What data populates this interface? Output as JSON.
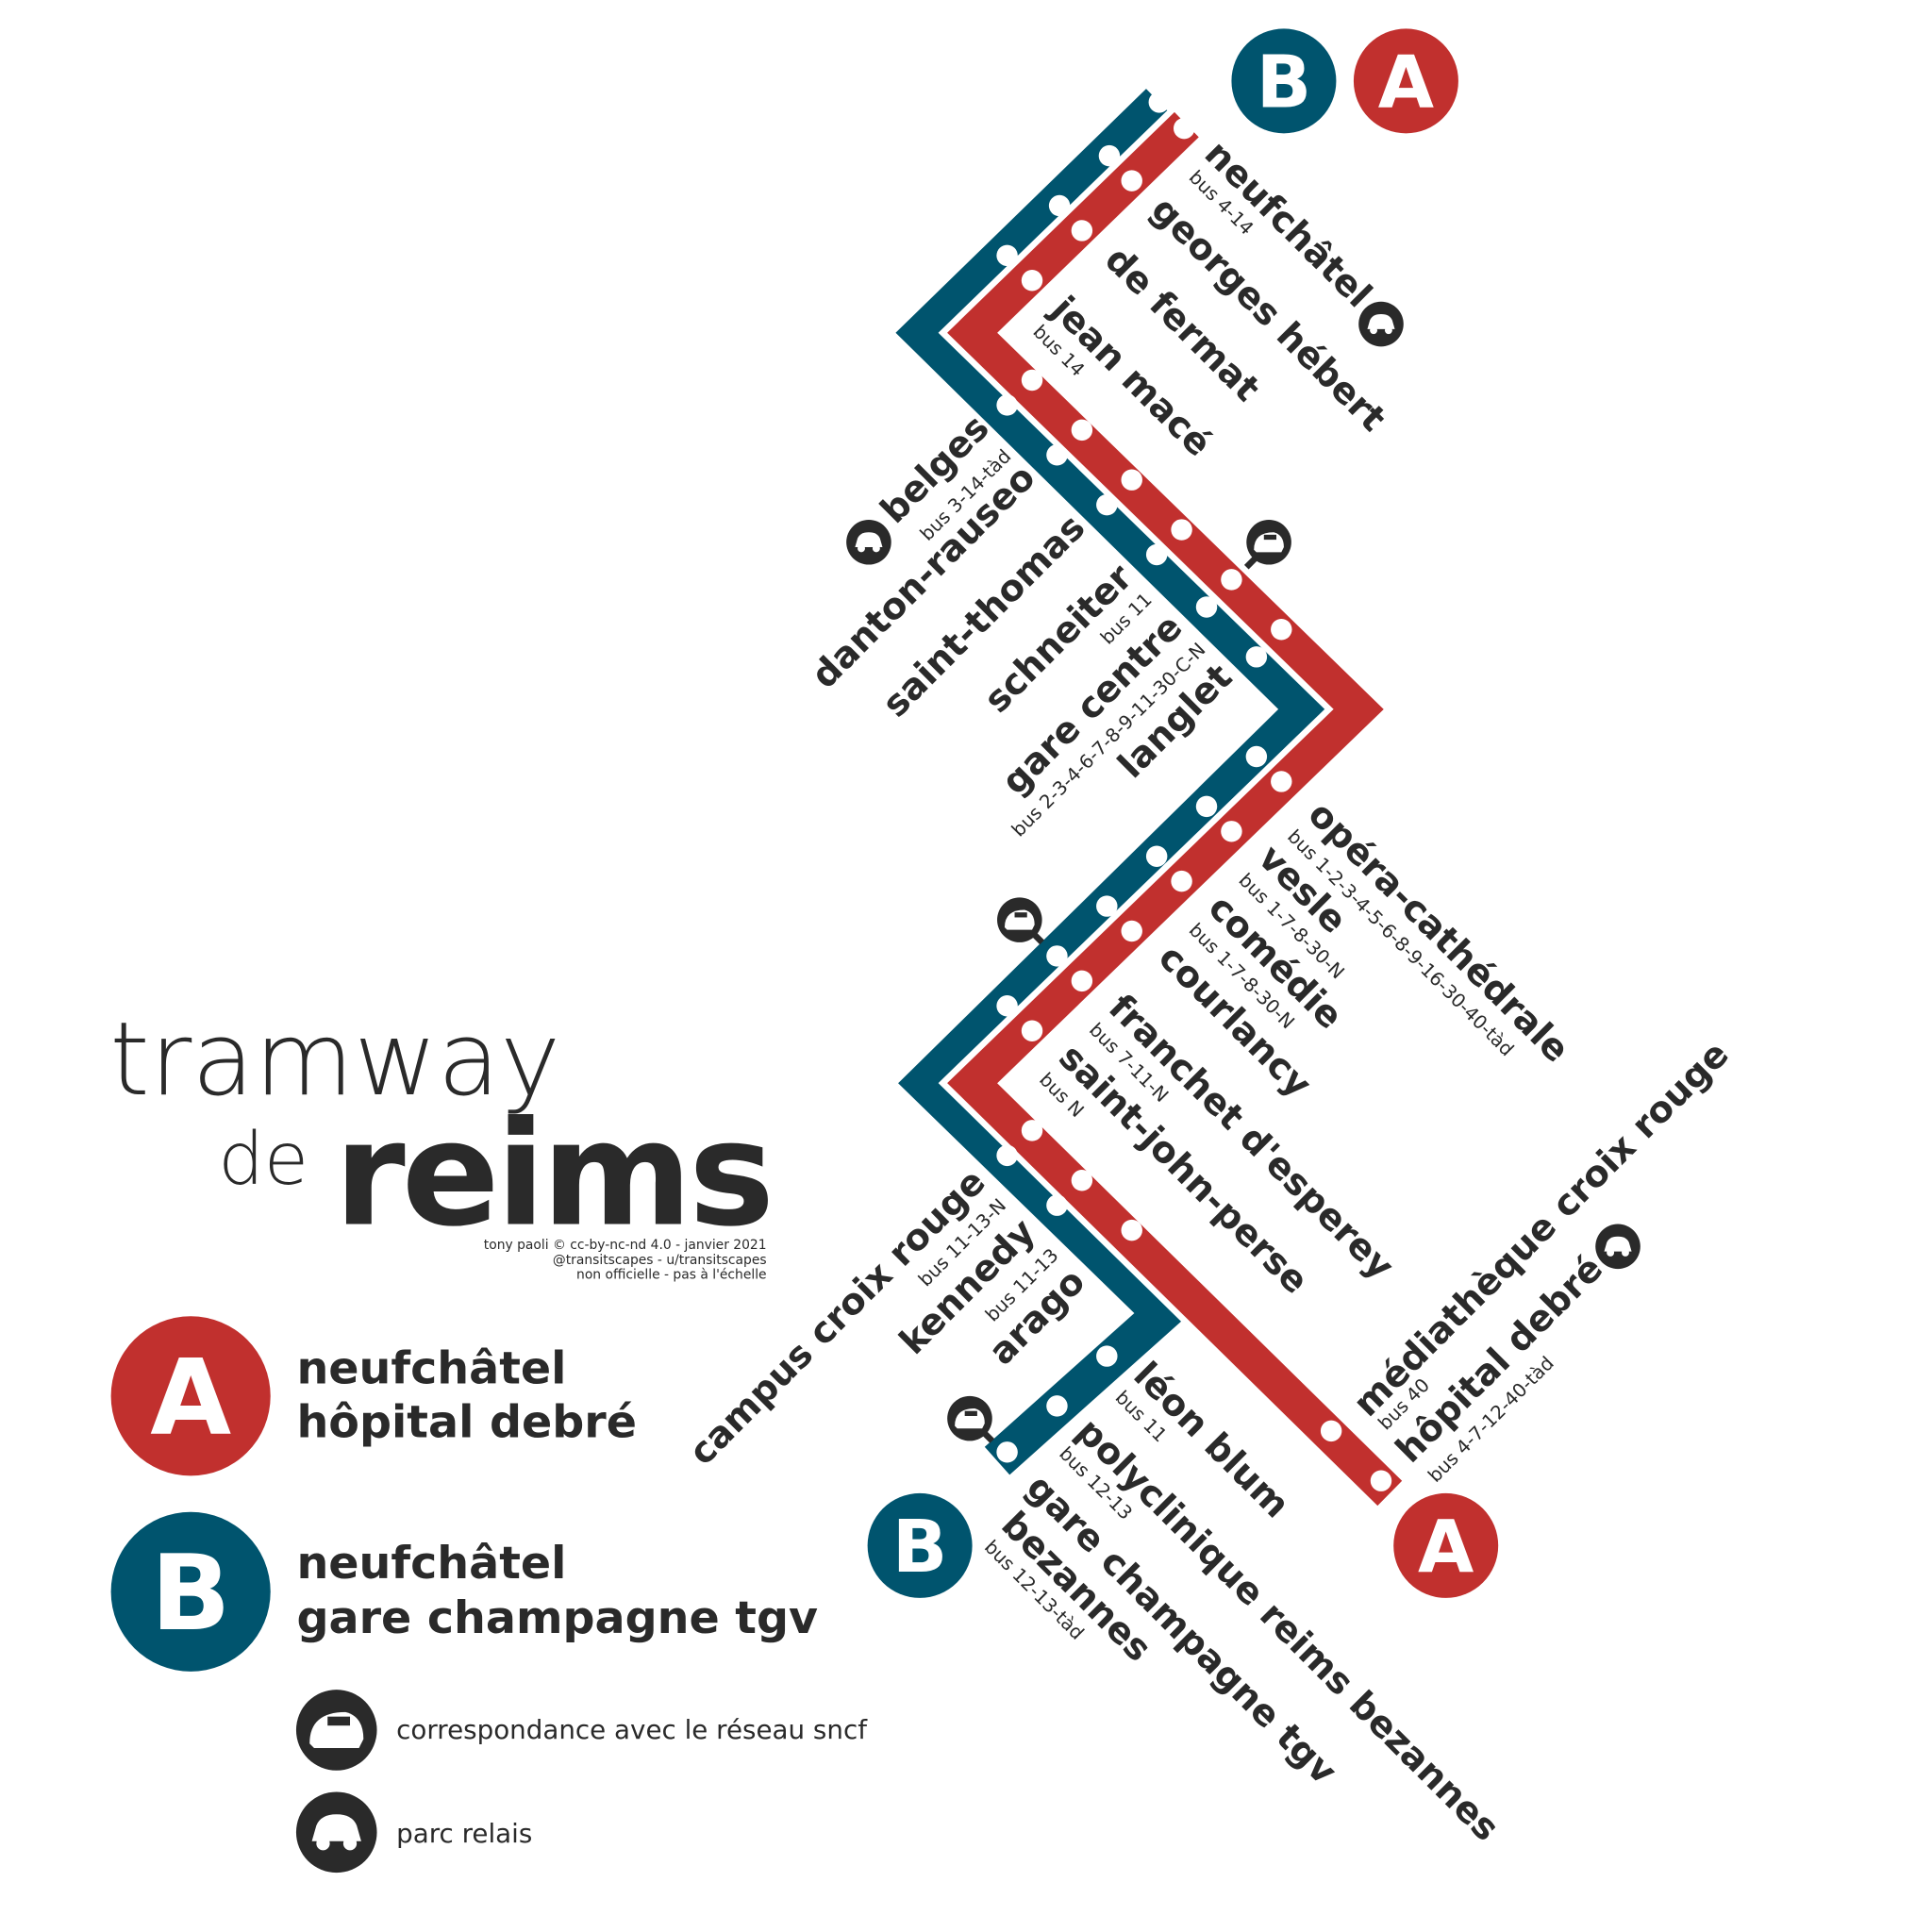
{
  "title": {
    "line1": "tramway",
    "de": "de",
    "reims": "reims"
  },
  "credits": [
    "tony paoli © cc-by-nc-nd 4.0 - janvier 2021",
    "@transitscapes - u/transitscapes",
    "non officielle - pas à l'échelle"
  ],
  "colors": {
    "line_a": "#c1302e",
    "line_b": "#00546e",
    "text": "#2a2a2a"
  },
  "lines": [
    {
      "letter": "A",
      "terminus1": "neufchâtel",
      "terminus2": "hôpital debré"
    },
    {
      "letter": "B",
      "terminus1": "neufchâtel",
      "terminus2": "gare champagne tgv"
    }
  ],
  "legend": {
    "train": "correspondance avec le réseau sncf",
    "car": "parc relais"
  },
  "stations": {
    "neufchatel": {
      "name": "neufchâtel",
      "bus": "bus 4-14"
    },
    "georges_hebert": {
      "name": "georges hébert"
    },
    "de_fermat": {
      "name": "de fermat"
    },
    "jean_mace": {
      "name": "jean macé",
      "bus": "bus 14"
    },
    "belges": {
      "name": "belges",
      "bus": "bus 3-14-tàd"
    },
    "danton_rauseo": {
      "name": "danton-rauseo"
    },
    "saint_thomas": {
      "name": "saint-thomas"
    },
    "schneiter": {
      "name": "schneiter",
      "bus": "bus 11"
    },
    "gare_centre": {
      "name": "gare centre",
      "bus": "bus 2-3-4-6-7-8-9-11-30-C-N"
    },
    "langlet": {
      "name": "langlet"
    },
    "opera": {
      "name": "opéra-cathédrale",
      "bus": "bus 1-2-3-4-5-6-8-9-16-30-40-tàd"
    },
    "vesle": {
      "name": "vesle",
      "bus": "bus 1-7-8-30-N"
    },
    "comedie": {
      "name": "comédie",
      "bus": "bus 1-7-8-30-N"
    },
    "courlancy": {
      "name": "courlancy"
    },
    "franchet": {
      "name": "franchet d'esperey",
      "bus": "bus 7-11-N"
    },
    "saint_john_perse": {
      "name": "saint-john-perse",
      "bus": "bus N"
    },
    "campus": {
      "name": "campus croix rouge",
      "bus": "bus 11-13-N"
    },
    "kennedy": {
      "name": "kennedy",
      "bus": "bus 11-13"
    },
    "arago": {
      "name": "arago"
    },
    "mediatheque": {
      "name": "médiathèque croix rouge",
      "bus": "bus 40"
    },
    "hopital": {
      "name": "hôpital debré",
      "bus": "bus 4-7-12-40-tàd"
    },
    "leon_blum": {
      "name": "léon blum",
      "bus": "bus 11"
    },
    "polyclinique": {
      "name": "polyclinique reims bezannes",
      "bus": "bus 12-13"
    },
    "gare_tgv": {
      "name": "gare champagne tgv"
    },
    "bezannes": {
      "name": "bezannes",
      "bus": "bus 12-13-tàd"
    }
  }
}
